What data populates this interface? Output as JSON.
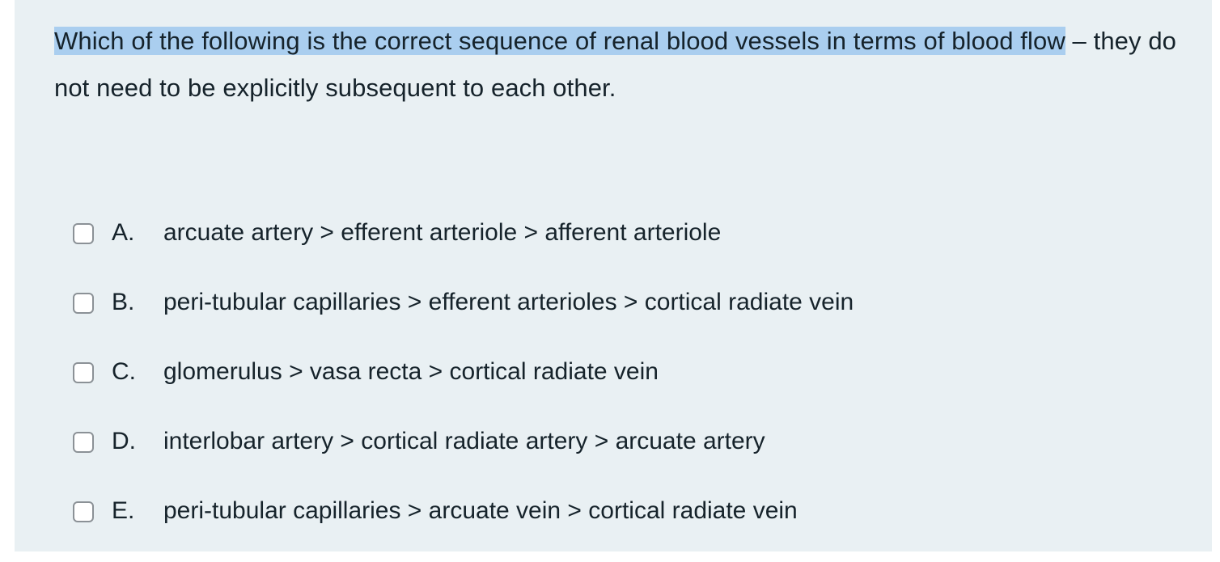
{
  "question": {
    "highlighted_text": "Which of the following is the correct sequence of renal blood vessels in terms of blood flow",
    "remainder_text": " – they do not need to be explicitly subsequent to each other.",
    "full_text": "Which of the following is the correct sequence of renal blood vessels in terms of blood flow – they do not need to be explicitly subsequent to each other."
  },
  "options": [
    {
      "letter": "A.",
      "text": "arcuate artery > efferent arteriole > afferent arteriole",
      "checked": false
    },
    {
      "letter": "B.",
      "text": "peri-tubular capillaries > efferent arterioles > cortical radiate vein",
      "checked": false
    },
    {
      "letter": "C.",
      "text": "glomerulus > vasa recta > cortical radiate vein",
      "checked": false
    },
    {
      "letter": "D.",
      "text": "interlobar artery > cortical radiate artery > arcuate artery",
      "checked": false
    },
    {
      "letter": "E.",
      "text": "peri-tubular capillaries > arcuate vein > cortical radiate vein",
      "checked": false
    }
  ],
  "colors": {
    "panel_background": "#e9f0f3",
    "page_background": "#ffffff",
    "text": "#16232b",
    "selection_highlight": "#aaceef",
    "checkbox_border": "#8b9196",
    "checkbox_fill": "#ffffff"
  }
}
